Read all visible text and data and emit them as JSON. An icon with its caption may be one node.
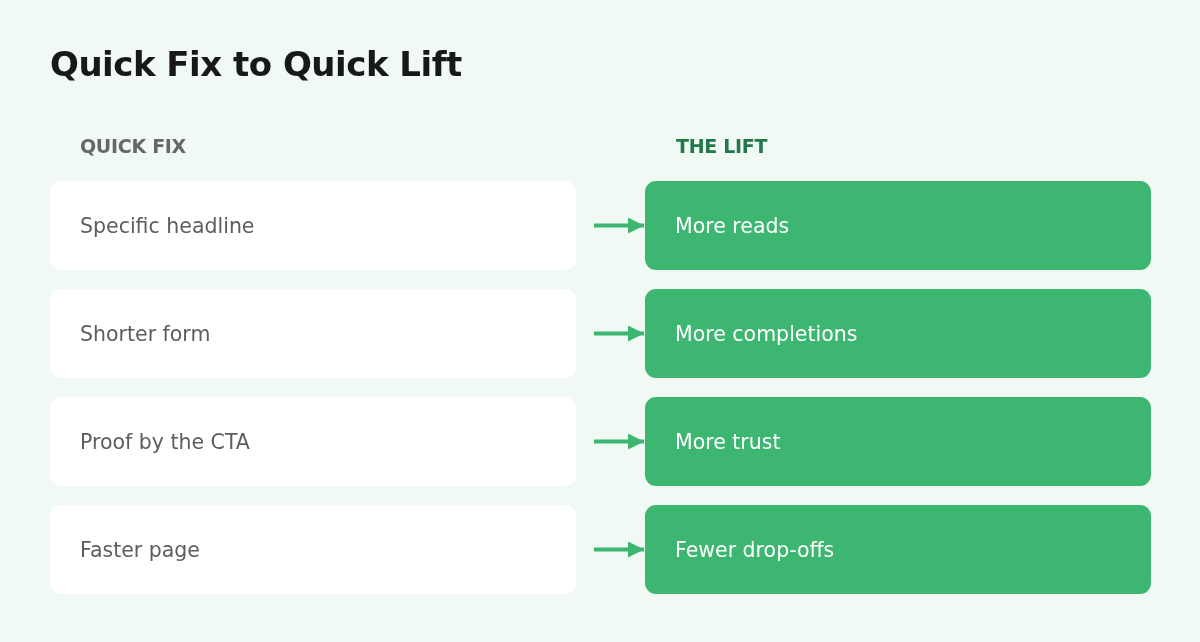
{
  "diagram": {
    "title": "Quick Fix to Quick Lift",
    "nodes": [
      {
        "text": [
          "Specific headline"
        ]
      },
      {
        "text": [
          "More reads"
        ]
      },
      {
        "text": [
          "Shorter form"
        ]
      },
      {
        "text": [
          "More completions"
        ]
      },
      {
        "text": [
          "Proof by the CTA"
        ]
      },
      {
        "text": [
          "More trust"
        ]
      },
      {
        "text": [
          "Faster page"
        ]
      },
      {
        "text": [
          "Fewer drop-offs"
        ]
      }
    ],
    "edges": [
      {
        "from": 0,
        "to": 1,
        "arrow": "to"
      },
      {
        "from": 2,
        "to": 3,
        "arrow": "to"
      },
      {
        "from": 4,
        "to": 5,
        "arrow": "to"
      },
      {
        "from": 6,
        "to": 7,
        "arrow": "to"
      }
    ],
    "labels": [
      "QUICK FIX",
      "THE LIFT"
    ]
  }
}
